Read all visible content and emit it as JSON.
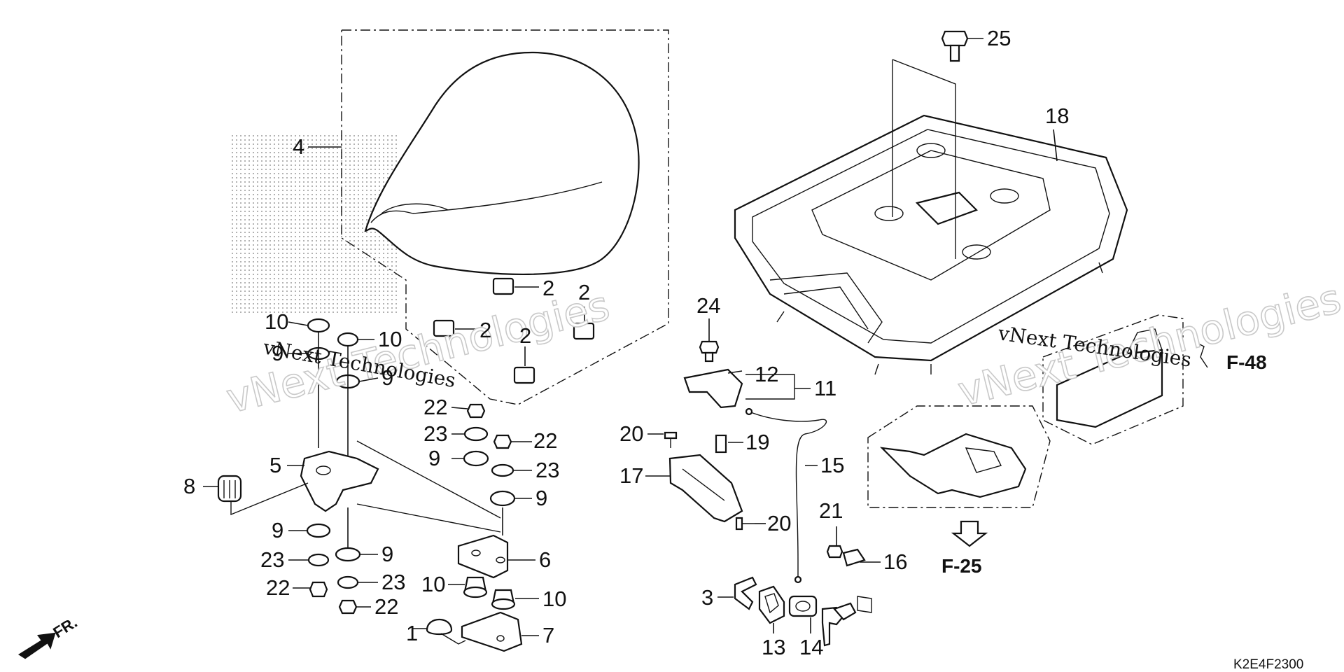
{
  "diagram_code": "K2E4F2300",
  "direction_label": "FR.",
  "references": [
    "F-48",
    "F-25"
  ],
  "watermark": "vNext Technologies",
  "watermark_small": "vNext Technologies",
  "callouts": {
    "c1": "1",
    "c2a": "2",
    "c2b": "2",
    "c2c": "2",
    "c2d": "2",
    "c3": "3",
    "c4": "4",
    "c5": "5",
    "c6": "6",
    "c7": "7",
    "c8": "8",
    "c9a": "9",
    "c9b": "9",
    "c9c": "9",
    "c9d": "9",
    "c9e": "9",
    "c9f": "9",
    "c10a": "10",
    "c10b": "10",
    "c10c": "10",
    "c10d": "10",
    "c11": "11",
    "c12": "12",
    "c13": "13",
    "c14": "14",
    "c15": "15",
    "c16": "16",
    "c17": "17",
    "c18": "18",
    "c19": "19",
    "c20a": "20",
    "c20b": "20",
    "c21": "21",
    "c22a": "22",
    "c22b": "22",
    "c22c": "22",
    "c22d": "22",
    "c23a": "23",
    "c23b": "23",
    "c23c": "23",
    "c23d": "23",
    "c24": "24",
    "c25": "25"
  }
}
